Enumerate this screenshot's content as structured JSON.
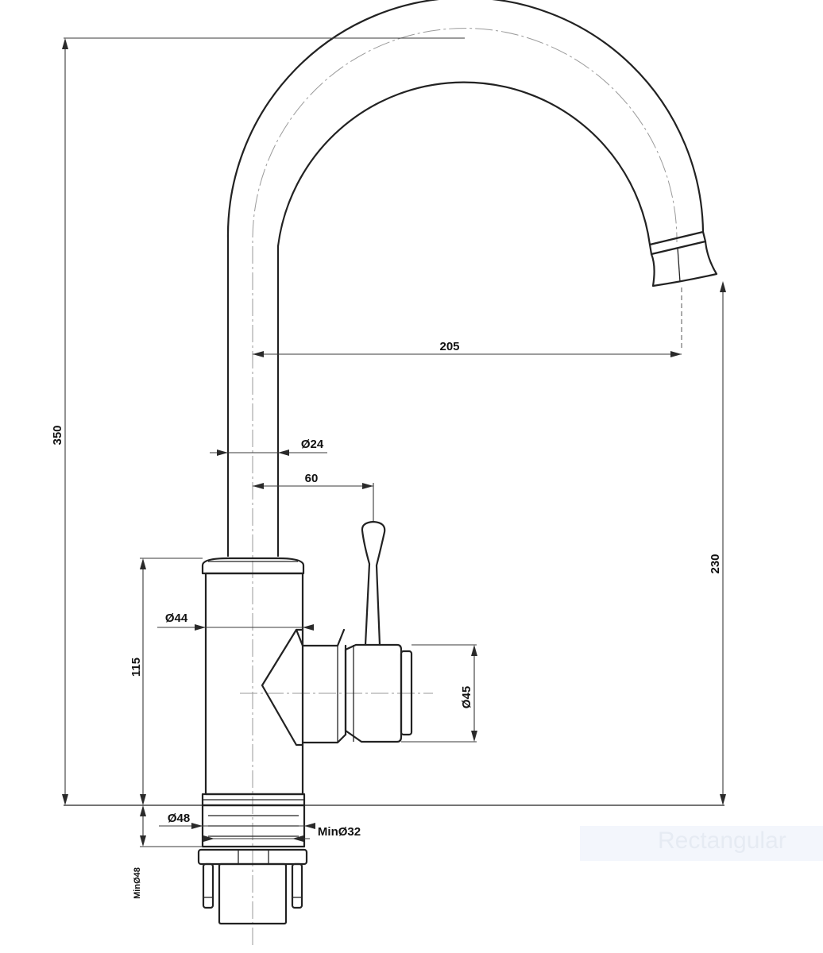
{
  "dimensions": {
    "total_height": "350",
    "spout_height": "230",
    "spout_reach": "205",
    "spout_diameter": "Ø24",
    "lever_offset": "60",
    "body_height": "115",
    "body_diameter": "Ø44",
    "handle_diameter": "Ø45",
    "base_diameter": "Ø48",
    "min_hole_diameter": "MinØ32",
    "min_counter_diameter": "MinØ48"
  },
  "watermark": {
    "text": "Rectangular"
  }
}
